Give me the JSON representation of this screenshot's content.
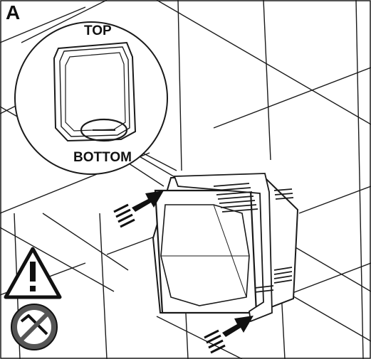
{
  "panel": {
    "letter": "A",
    "callout_top_label": "TOP",
    "callout_bottom_label": "BOTTOM"
  },
  "icons": {
    "warning": "warning-triangle-icon",
    "prohibited_tool": "no-hex-key-icon",
    "push_arrows": "push-arrow-icon"
  },
  "colors": {
    "line": "#1a1a1a",
    "background": "#ffffff",
    "prohibited_circle": "#555555"
  }
}
